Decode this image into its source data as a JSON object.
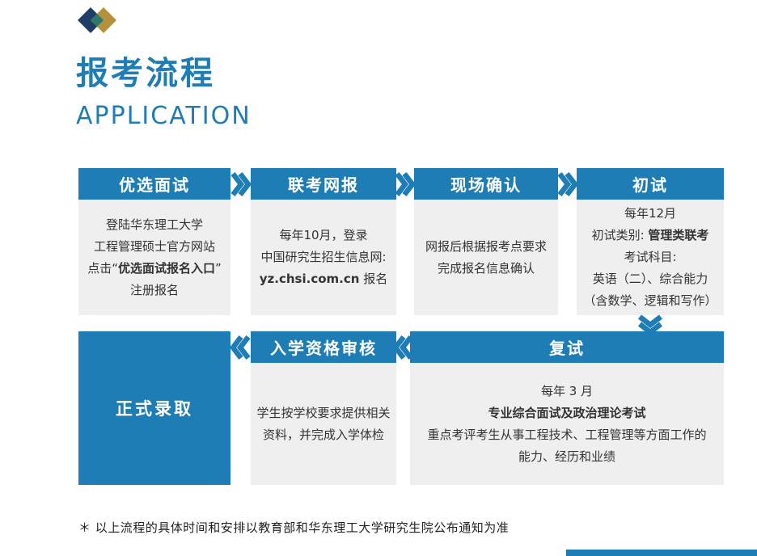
{
  "header": {
    "title": "报考流程",
    "subtitle": "APPLICATION"
  },
  "colors": {
    "primary_blue": "#1e7db5",
    "panel_gray": "#efefef",
    "logo_navy": "#203d66",
    "logo_gold": "#b5913c",
    "logo_overlap_teal": "#2d7a6a"
  },
  "steps": {
    "youxuan": {
      "title": "优选面试",
      "lines": [
        [
          {
            "t": "登陆华东理工大学"
          }
        ],
        [
          {
            "t": "工程管理硕士官方网站"
          }
        ],
        [
          {
            "t": "点击“"
          },
          {
            "t": "优选面试报名入口",
            "b": true
          },
          {
            "t": "”"
          }
        ],
        [
          {
            "t": "注册报名"
          }
        ]
      ]
    },
    "liankao": {
      "title": "联考网报",
      "lines": [
        [
          {
            "t": "每年10月，登录"
          }
        ],
        [
          {
            "t": "中国研究生招生信息网:"
          }
        ],
        [
          {
            "t": "yz.chsi.com.cn",
            "b": true
          },
          {
            "t": " 报名"
          }
        ]
      ]
    },
    "xianchang": {
      "title": "现场确认",
      "lines": [
        [
          {
            "t": "网报后根据报考点要求"
          }
        ],
        [
          {
            "t": "完成报名信息确认"
          }
        ]
      ]
    },
    "chushi": {
      "title": "初试",
      "lines": [
        [
          {
            "t": "每年12月"
          }
        ],
        [
          {
            "t": "初试类别: "
          },
          {
            "t": "管理类联考",
            "b": true
          }
        ],
        [
          {
            "t": "考试科目:"
          }
        ],
        [
          {
            "t": "英语（二）、综合能力"
          }
        ],
        [
          {
            "t": "（含数学、逻辑和写作）"
          }
        ]
      ]
    },
    "fushi": {
      "title": "复试",
      "lines": [
        [
          {
            "t": "每年 3 月"
          }
        ],
        [
          {
            "t": "专业综合面试及政治理论考试",
            "b": true
          }
        ],
        [
          {
            "t": "重点考评考生从事工程技术、工程管理等方面工作的"
          }
        ],
        [
          {
            "t": "能力、经历和业绩"
          }
        ]
      ]
    },
    "ruxue": {
      "title": "入学资格审核",
      "lines": [
        [
          {
            "t": "学生按学校要求提供相关"
          }
        ],
        [
          {
            "t": "资料，并完成入学体检"
          }
        ]
      ]
    },
    "luqu": {
      "title": "正式录取"
    }
  },
  "note": "＊ 以上流程的具体时间和安排以教育部和华东理工大学研究生院公布通知为准"
}
